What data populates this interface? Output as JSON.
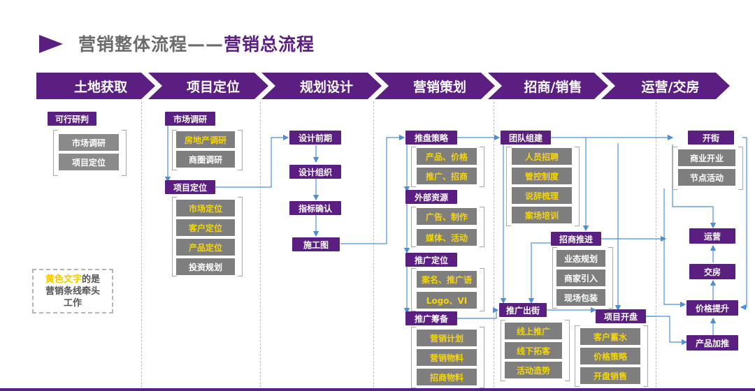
{
  "title": {
    "prefix": "营销整体流程——",
    "main": "营销总流程"
  },
  "phases": [
    "土地获取",
    "项目定位",
    "规划设计",
    "营销策划",
    "招商/销售",
    "运营/交房"
  ],
  "note": {
    "yellow": "黄色文字",
    "line1_rest": "的是",
    "line2": "营销条线牵头",
    "line3": "工作"
  },
  "col1": {
    "header": "可行研判",
    "items": [
      "市场调研",
      "项目定位"
    ]
  },
  "col2": {
    "group1": {
      "header": "市场调研",
      "items": [
        "房地产调研",
        "商圈调研"
      ]
    },
    "group2": {
      "header": "项目定位",
      "items": [
        "市场定位",
        "客户定位",
        "产品定位",
        "投资规划"
      ]
    }
  },
  "col3": {
    "steps": [
      "设计前期",
      "设计组织",
      "指标确认",
      "施工图"
    ]
  },
  "col4": {
    "g1": {
      "header": "推盘策略",
      "items": [
        "产品、价格",
        "推广、招商"
      ]
    },
    "g2": {
      "header": "外部资源",
      "items": [
        "广告、制作",
        "媒体、活动"
      ]
    },
    "g3": {
      "header": "推广定位",
      "items": [
        "案名、推广语",
        "Logo、VI"
      ]
    },
    "g4": {
      "header": "推广筹备",
      "items": [
        "营销计划",
        "营销物料",
        "招商物料"
      ]
    }
  },
  "col5": {
    "team": {
      "header": "团队组建",
      "items": [
        "人员招聘",
        "管控制度",
        "说辞梳理",
        "案场培训"
      ]
    },
    "invest": {
      "header": "招商推进",
      "items": [
        "业态规划",
        "商家引入",
        "现场包装"
      ]
    },
    "promo": {
      "header": "推广出街",
      "items": [
        "线上推广",
        "线下拓客",
        "活动造势"
      ]
    },
    "open": {
      "header": "项目开盘",
      "items": [
        "客户蓄水",
        "价格策略",
        "开盘销售"
      ]
    }
  },
  "col6": {
    "street": {
      "header": "开街",
      "items": [
        "商业开业",
        "节点活动"
      ]
    },
    "flow": [
      "运营",
      "交房",
      "价格提升",
      "产品加推"
    ]
  },
  "colors": {
    "purple": "#5b1f82",
    "gray": "#7e7e7e",
    "yellow": "#f5d60a",
    "line": "#4d8fd6"
  }
}
